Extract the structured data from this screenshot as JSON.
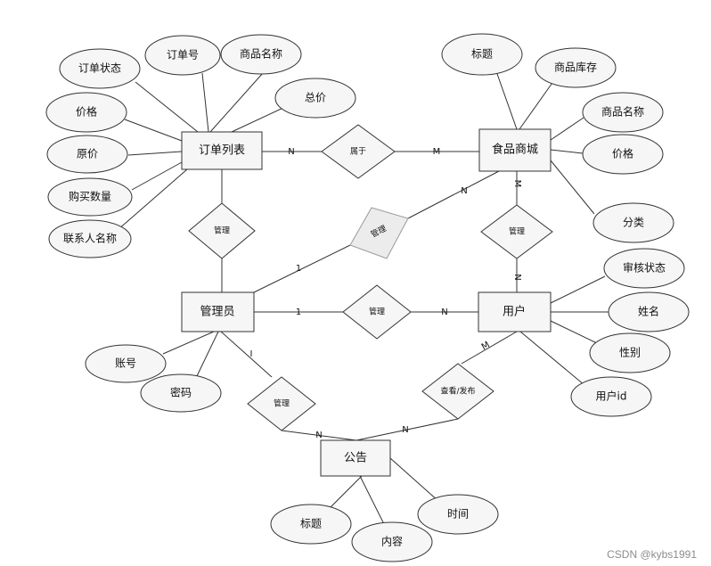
{
  "entities": {
    "order_list": "订单列表",
    "food_mall": "食品商城",
    "admin": "管理员",
    "user": "用户",
    "notice": "公告"
  },
  "order_attrs": {
    "order_no": "订单号",
    "product_name": "商品名称",
    "order_status": "订单状态",
    "total_price": "总价",
    "price": "价格",
    "original_price": "原价",
    "quantity": "购买数量",
    "contact_name": "联系人名称"
  },
  "mall_attrs": {
    "title": "标题",
    "stock": "商品库存",
    "product_name": "商品名称",
    "price": "价格",
    "category": "分类"
  },
  "admin_attrs": {
    "account": "账号",
    "password": "密码"
  },
  "user_attrs": {
    "review_status": "审核状态",
    "name": "姓名",
    "gender": "性别",
    "user_id": "用户id"
  },
  "notice_attrs": {
    "title": "标题",
    "content": "内容",
    "time": "时间"
  },
  "relationships": {
    "belongs": "属于",
    "manage_order": "管理",
    "manage_mall": "管理",
    "manage_user_mall": "管理",
    "admin_user": "管理",
    "manage_notice": "管理",
    "view_publish": "查看/发布"
  },
  "cardinalities": {
    "n": "N",
    "m": "M",
    "one": "1",
    "one_roman": "I"
  },
  "watermark": "CSDN @kybs1991"
}
